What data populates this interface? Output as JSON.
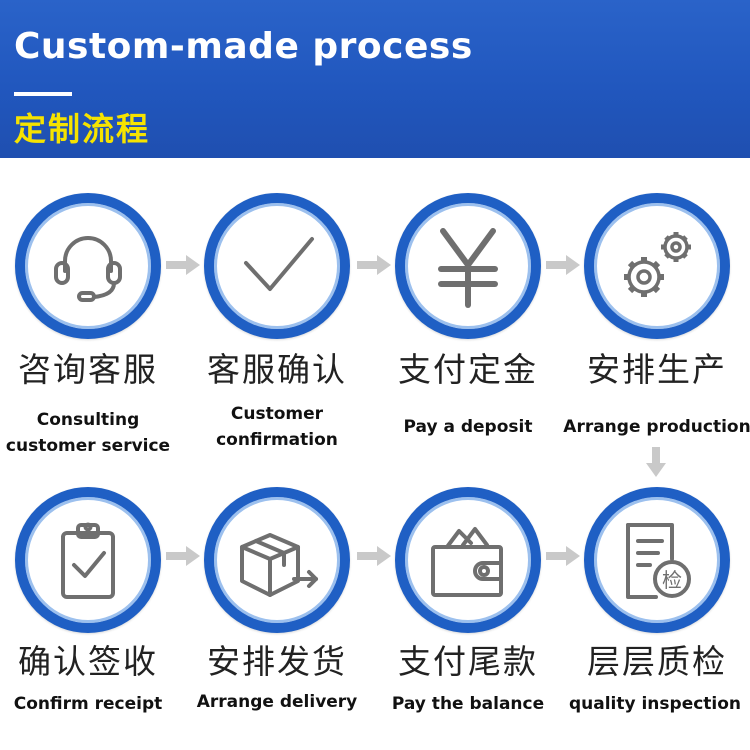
{
  "banner": {
    "title": "Custom-made process",
    "subtitle": "定制流程"
  },
  "steps": [
    {
      "zh": "咨询客服",
      "en": [
        "Consulting",
        "customer service"
      ],
      "icon": "headset-icon"
    },
    {
      "zh": "客服确认",
      "en": [
        "Customer",
        "confirmation"
      ],
      "icon": "checkmark-icon"
    },
    {
      "zh": "支付定金",
      "en": [
        "Pay a deposit"
      ],
      "icon": "yen-icon"
    },
    {
      "zh": "安排生产",
      "en": [
        "Arrange production"
      ],
      "icon": "gears-icon"
    },
    {
      "zh": "层层质检",
      "en": [
        "quality inspection"
      ],
      "icon": "inspection-document-icon",
      "badge": "检"
    },
    {
      "zh": "支付尾款",
      "en": [
        "Pay the balance"
      ],
      "icon": "wallet-icon"
    },
    {
      "zh": "安排发货",
      "en": [
        "Arrange delivery"
      ],
      "icon": "box-delivery-icon"
    },
    {
      "zh": "确认签收",
      "en": [
        "Confirm receipt"
      ],
      "icon": "clipboard-check-icon"
    }
  ],
  "colors": {
    "banner": "#2157be",
    "subtitle": "#f6e300",
    "circle_ring": "#1f5fc4",
    "icon_gray": "#6f6f6f",
    "arrow_gray": "#c9c9c9"
  }
}
